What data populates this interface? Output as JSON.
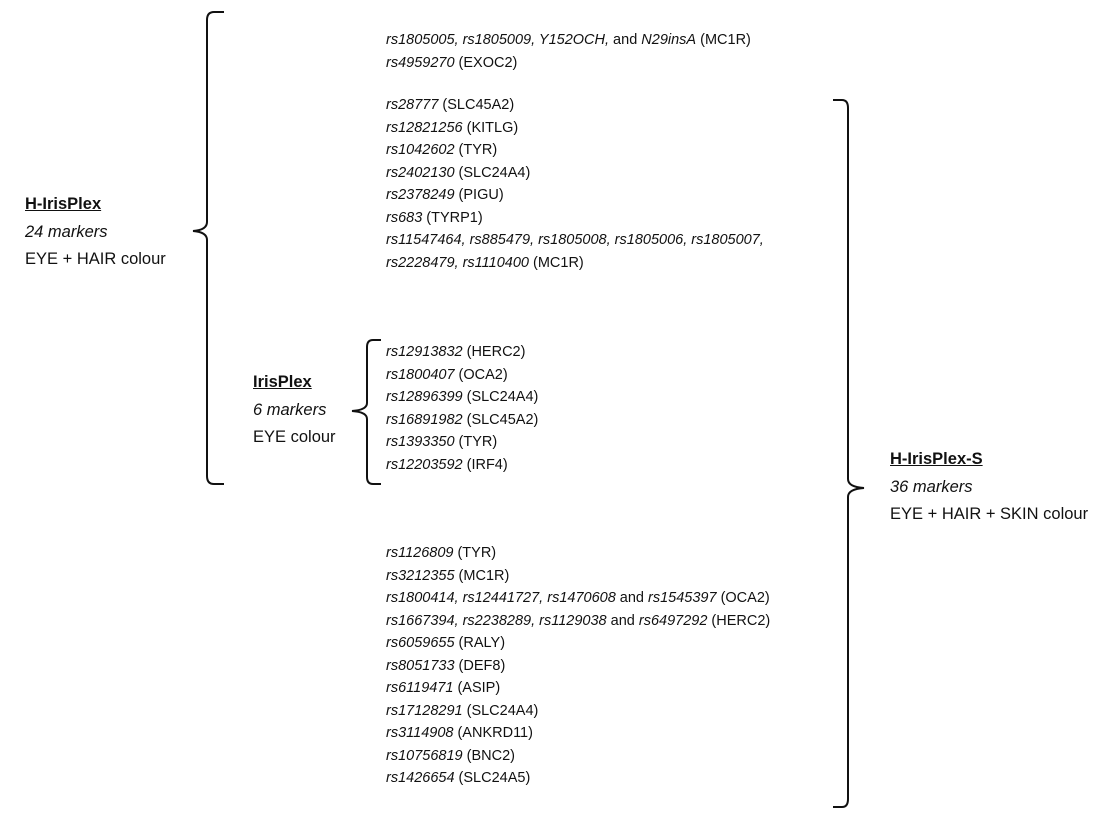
{
  "labels": {
    "h_irisplex": {
      "title": "H-IrisPlex",
      "markers": "24 markers",
      "trait": "EYE + HAIR colour"
    },
    "irisplex": {
      "title": "IrisPlex",
      "markers": "6 markers",
      "trait": "EYE colour"
    },
    "h_irisplex_s": {
      "title": "H-IrisPlex-S",
      "markers": "36 markers",
      "trait": "EYE + HAIR + SKIN colour"
    }
  },
  "groups": {
    "hair_top": [
      [
        {
          "t": "rs1805005, rs1805009, Y152OCH,",
          "i": true
        },
        {
          "t": " and ",
          "i": false
        },
        {
          "t": "N29insA",
          "i": true
        },
        {
          "t": " (MC1R)",
          "i": false
        }
      ],
      [
        {
          "t": "rs4959270",
          "i": true
        },
        {
          "t": " (EXOC2)",
          "i": false
        }
      ]
    ],
    "hair_shared": [
      [
        {
          "t": "rs28777",
          "i": true
        },
        {
          "t": " (SLC45A2)",
          "i": false
        }
      ],
      [
        {
          "t": "rs12821256",
          "i": true
        },
        {
          "t": " (KITLG)",
          "i": false
        }
      ],
      [
        {
          "t": "rs1042602",
          "i": true
        },
        {
          "t": " (TYR)",
          "i": false
        }
      ],
      [
        {
          "t": "rs2402130",
          "i": true
        },
        {
          "t": " (SLC24A4)",
          "i": false
        }
      ],
      [
        {
          "t": "rs2378249",
          "i": true
        },
        {
          "t": " (PIGU)",
          "i": false
        }
      ],
      [
        {
          "t": "rs683",
          "i": true
        },
        {
          "t": " (TYRP1)",
          "i": false
        }
      ],
      [
        {
          "t": "rs11547464, rs885479, rs1805008, rs1805006, rs1805007,",
          "i": true
        }
      ],
      [
        {
          "t": "rs2228479, rs1110400",
          "i": true
        },
        {
          "t": " (MC1R)",
          "i": false
        }
      ]
    ],
    "eye": [
      [
        {
          "t": "rs12913832",
          "i": true
        },
        {
          "t": " (HERC2)",
          "i": false
        }
      ],
      [
        {
          "t": "rs1800407",
          "i": true
        },
        {
          "t": " (OCA2)",
          "i": false
        }
      ],
      [
        {
          "t": "rs12896399",
          "i": true
        },
        {
          "t": " (SLC24A4)",
          "i": false
        }
      ],
      [
        {
          "t": "rs16891982",
          "i": true
        },
        {
          "t": " (SLC45A2)",
          "i": false
        }
      ],
      [
        {
          "t": "rs1393350",
          "i": true
        },
        {
          "t": " (TYR)",
          "i": false
        }
      ],
      [
        {
          "t": "rs12203592",
          "i": true
        },
        {
          "t": " (IRF4)",
          "i": false
        }
      ]
    ],
    "skin": [
      [
        {
          "t": "rs1126809",
          "i": true
        },
        {
          "t": " (TYR)",
          "i": false
        }
      ],
      [
        {
          "t": "rs3212355",
          "i": true
        },
        {
          "t": " (MC1R)",
          "i": false
        }
      ],
      [
        {
          "t": "rs1800414, rs12441727, rs1470608",
          "i": true
        },
        {
          "t": " and ",
          "i": false
        },
        {
          "t": "rs1545397",
          "i": true
        },
        {
          "t": " (OCA2)",
          "i": false
        }
      ],
      [
        {
          "t": "rs1667394, rs2238289, rs1129038",
          "i": true
        },
        {
          "t": " and ",
          "i": false
        },
        {
          "t": "rs6497292",
          "i": true
        },
        {
          "t": " (HERC2)",
          "i": false
        }
      ],
      [
        {
          "t": "rs6059655",
          "i": true
        },
        {
          "t": " (RALY)",
          "i": false
        }
      ],
      [
        {
          "t": "rs8051733",
          "i": true
        },
        {
          "t": " (DEF8)",
          "i": false
        }
      ],
      [
        {
          "t": "rs6119471",
          "i": true
        },
        {
          "t": " (ASIP)",
          "i": false
        }
      ],
      [
        {
          "t": "rs17128291",
          "i": true
        },
        {
          "t": " (SLC24A4)",
          "i": false
        }
      ],
      [
        {
          "t": "rs3114908",
          "i": true
        },
        {
          "t": " (ANKRD11)",
          "i": false
        }
      ],
      [
        {
          "t": "rs10756819",
          "i": true
        },
        {
          "t": " (BNC2)",
          "i": false
        }
      ],
      [
        {
          "t": "rs1426654",
          "i": true
        },
        {
          "t": " (SLC24A5)",
          "i": false
        }
      ]
    ]
  }
}
